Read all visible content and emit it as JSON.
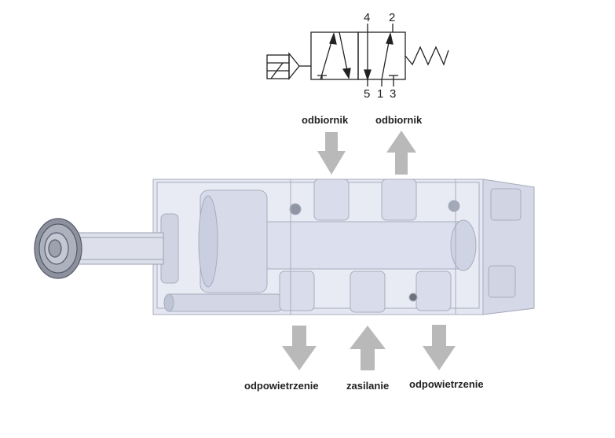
{
  "symbol": {
    "ports_top": [
      "4",
      "2"
    ],
    "ports_bottom": [
      "5",
      "1",
      "3"
    ]
  },
  "labels": {
    "out_left": "odbiornik",
    "out_right": "odbiornik",
    "exhaust_left": "odpowietrzenie",
    "supply": "zasilanie",
    "exhaust_right": "odpowietrzenie"
  },
  "colors": {
    "arrow": "#b9b9b9",
    "body": "#dfe3ef",
    "outline": "#a8adbd",
    "ink": "#222222"
  }
}
